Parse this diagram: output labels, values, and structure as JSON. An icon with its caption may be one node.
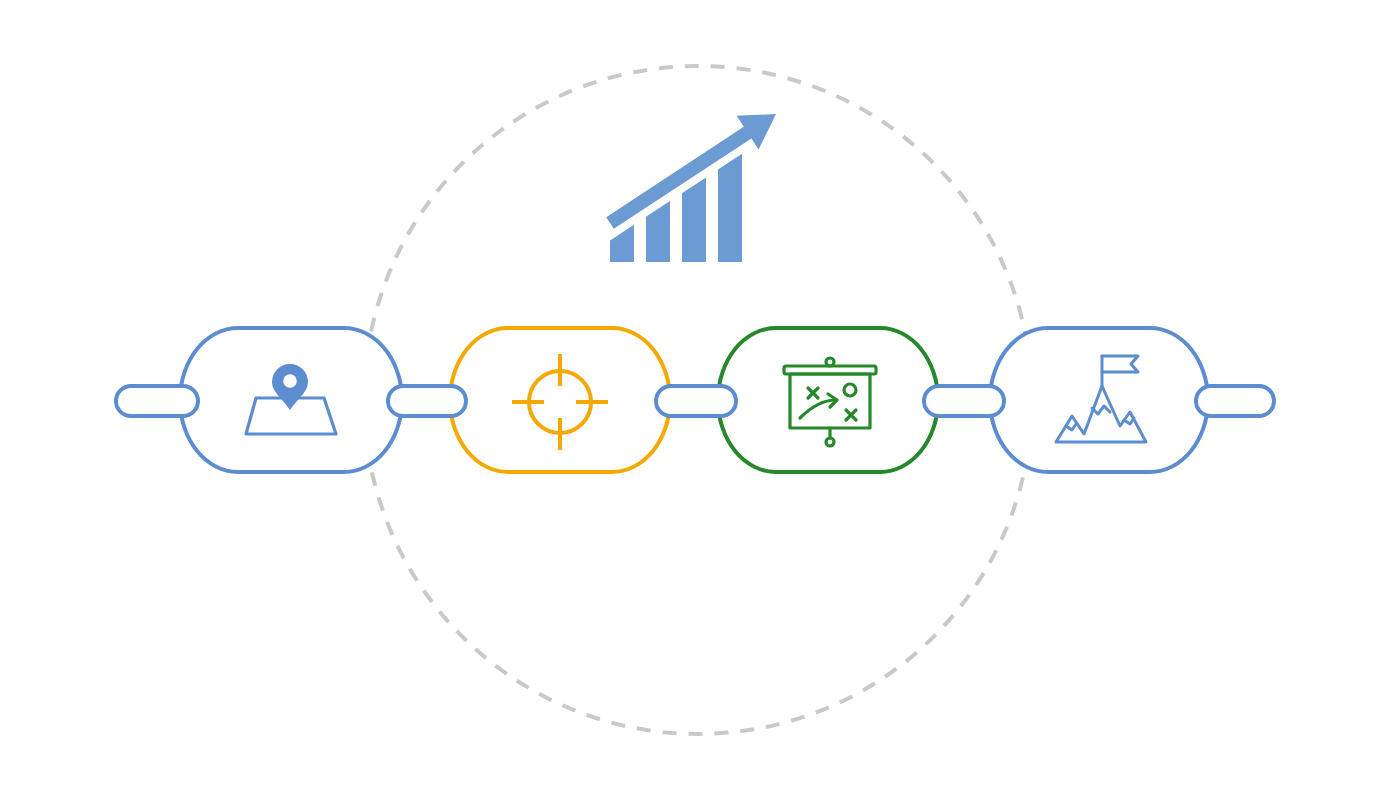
{
  "diagram": {
    "nodes": [
      {
        "text": [],
        "shape": "bar"
      },
      {
        "text": [],
        "shape": "box"
      },
      {
        "text": [],
        "shape": "bar"
      },
      {
        "text": [],
        "shape": "box"
      },
      {
        "text": [],
        "shape": "bar"
      },
      {
        "text": [],
        "shape": "box"
      },
      {
        "text": [],
        "shape": "bar"
      },
      {
        "text": [],
        "shape": "box"
      },
      {
        "text": [],
        "shape": "bar"
      }
    ]
  }
}
